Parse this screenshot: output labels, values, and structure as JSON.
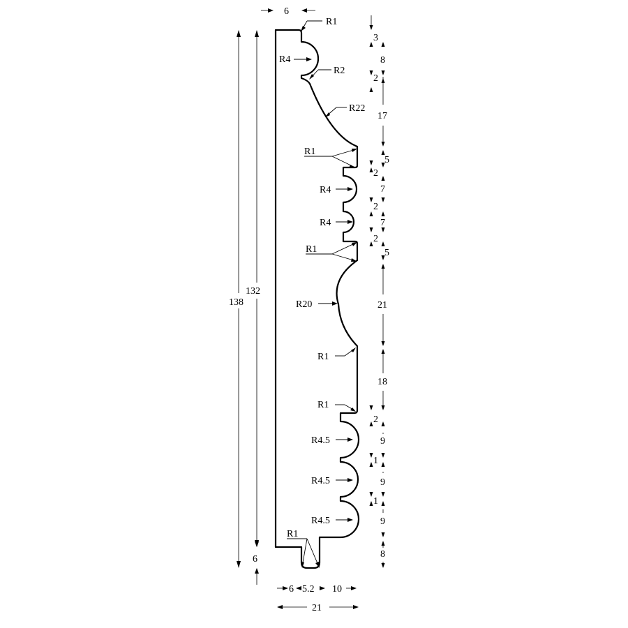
{
  "overall": {
    "height_total": "138",
    "height_main": "132",
    "bottom_step": "6"
  },
  "top_width": "6",
  "bottom_widths": {
    "left": "6",
    "middle": "5.2",
    "right": "10",
    "total": "21"
  },
  "radii": {
    "top_corner": "R1",
    "top_bead": "R4",
    "top_fillet": "R2",
    "large_cove": "R22",
    "fillet_a": "R1",
    "bead_1": "R4",
    "bead_2": "R4",
    "fillet_b": "R1",
    "convex_arc": "R20",
    "fillet_c": "R1",
    "fillet_d": "R1",
    "bead_3": "R4.5",
    "bead_4": "R4.5",
    "bead_5": "R4.5",
    "tongue_fillet": "R1"
  },
  "right_dims_left_col": [
    "3",
    "2",
    "2",
    "2",
    "2",
    "2",
    "1",
    "1"
  ],
  "right_dims_right_col": [
    "8",
    "17",
    "5",
    "7",
    "7",
    "5",
    "21",
    "18",
    "9",
    "9",
    "9",
    "8"
  ]
}
